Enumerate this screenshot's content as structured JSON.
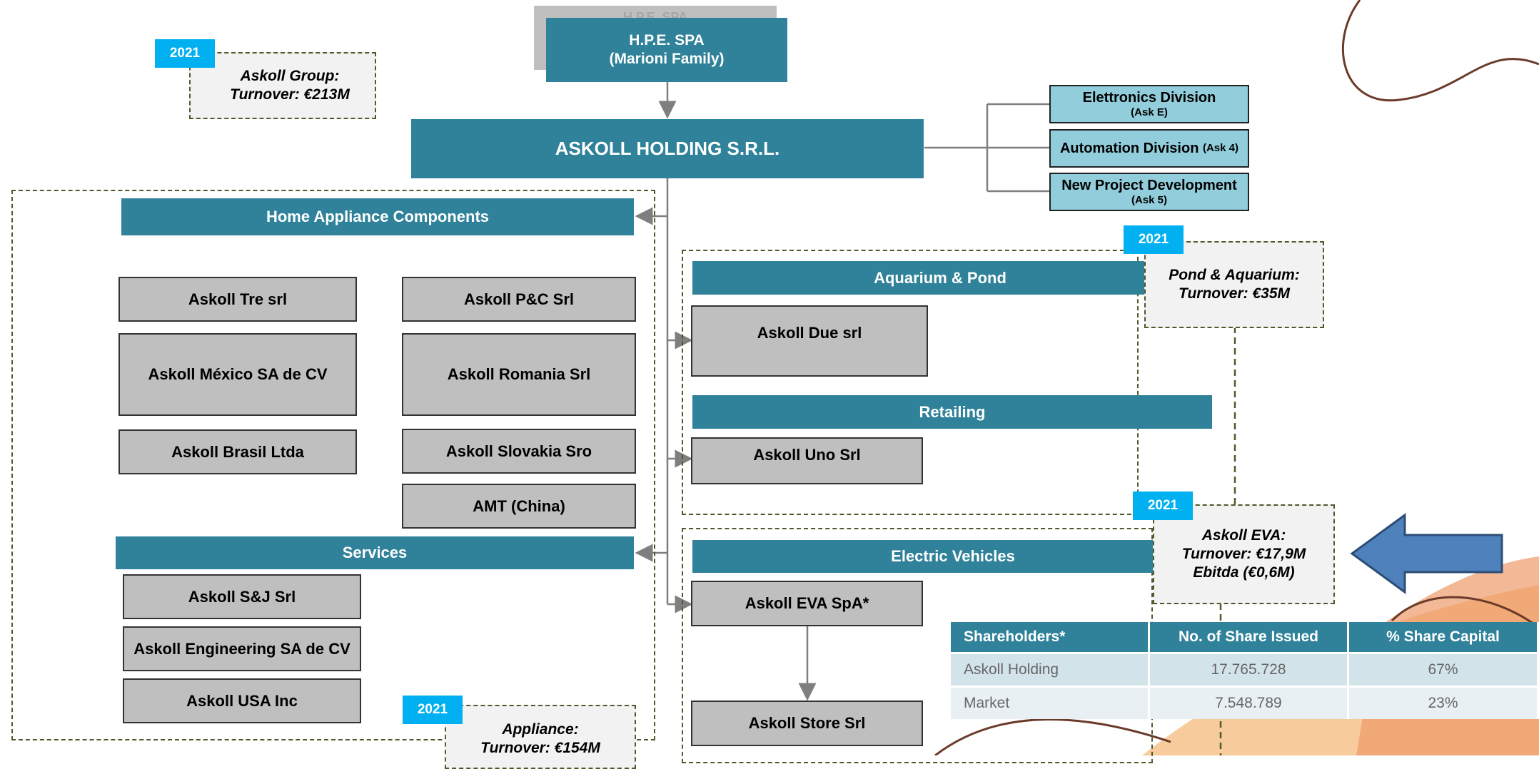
{
  "top_parent": {
    "name": "H.P.E. SPA",
    "family": "(Marioni Family)",
    "shadow_text": "H.P.E. SPA"
  },
  "holding": {
    "name": "ASKOLL HOLDING S.R.L."
  },
  "divisions": [
    {
      "name": "Elettronics Division",
      "code": "(Ask E)"
    },
    {
      "name": "Automation Division",
      "code": "(Ask 4)"
    },
    {
      "name": "New Project Development",
      "code": "(Ask 5)"
    }
  ],
  "notes": {
    "group": {
      "year": "2021",
      "line1": "Askoll Group:",
      "line2": "Turnover: €213M"
    },
    "pond": {
      "year": "2021",
      "line1": "Pond & Aquarium:",
      "line2": "Turnover: €35M"
    },
    "eva": {
      "year": "2021",
      "line1": "Askoll EVA:",
      "line2": "Turnover: €17,9M",
      "line3": "Ebitda (€0,6M)"
    },
    "appliance": {
      "year": "2021",
      "line1": "Appliance:",
      "line2": "Turnover: €154M"
    }
  },
  "home_appliance": {
    "title": "Home Appliance Components",
    "companies": [
      "Askoll Tre srl",
      "Askoll P&C Srl",
      "Askoll México SA de CV",
      "Askoll Romania Srl",
      "Askoll Brasil Ltda",
      "Askoll Slovakia Sro",
      "AMT (China)"
    ]
  },
  "services": {
    "title": "Services",
    "companies": [
      "Askoll S&J Srl",
      "Askoll Engineering SA de CV",
      "Askoll USA Inc"
    ]
  },
  "aquarium": {
    "title": "Aquarium & Pond",
    "companies": [
      "Askoll Due srl"
    ]
  },
  "retailing": {
    "title": "Retailing",
    "companies": [
      "Askoll Uno Srl"
    ]
  },
  "ev": {
    "title": "Electric Vehicles",
    "companies": [
      "Askoll EVA SpA*",
      "Askoll Store Srl"
    ]
  },
  "shareholders_table": {
    "headers": [
      "Shareholders*",
      "No. of Share Issued",
      "% Share Capital"
    ],
    "rows": [
      [
        "Askoll Holding",
        "17.765.728",
        "67%"
      ],
      [
        "Market",
        "7.548.789",
        "23%"
      ]
    ]
  },
  "colors": {
    "teal": "#2f8299",
    "gray_box": "#bfbfbf",
    "division_blue": "#92cddc",
    "badge_blue": "#00b0f0",
    "arrow_blue": "#4f81bd"
  }
}
